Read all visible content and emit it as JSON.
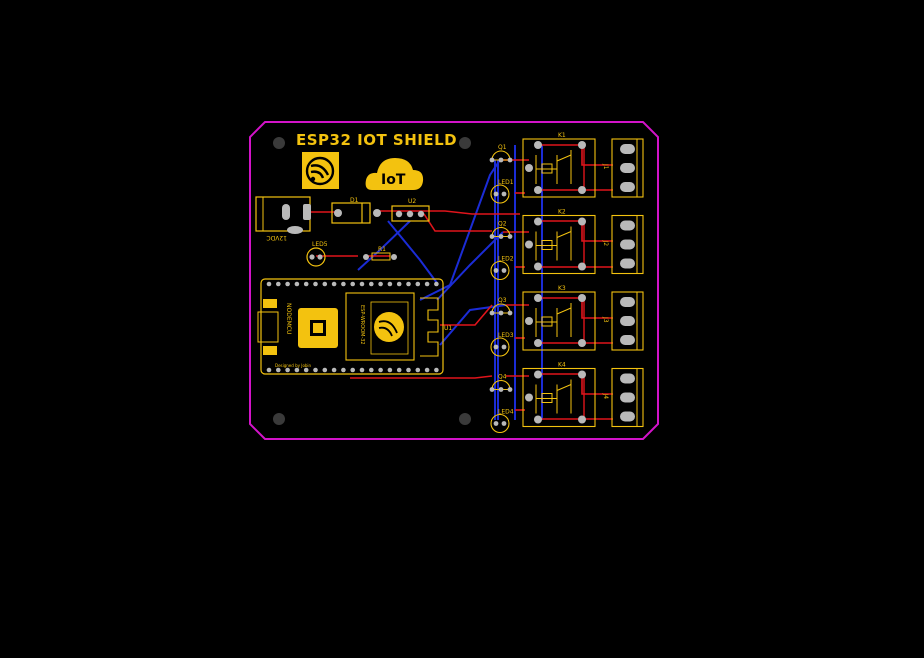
{
  "board": {
    "title": "ESP32 IOT SHIELD",
    "iot_logo_text": "IoT",
    "power_label": "12VDC",
    "designer_text": "Designed by Jobin",
    "module_label": "ESP-WROOM-32",
    "nodemcu_text": "NODEMCU",
    "colors": {
      "outline": "#d313c9",
      "silkscreen": "#f3c20f",
      "top_trace": "#e0141b",
      "bottom_trace": "#1b2cd6",
      "pad": "#b9b9b9",
      "background": "#000000"
    }
  },
  "refs": {
    "D1": "D1",
    "U2": "U2",
    "R1": "R1",
    "LED5": "LED5",
    "U1": "U1",
    "Q1": "Q1",
    "Q2": "Q2",
    "Q3": "Q3",
    "Q4": "Q4",
    "LED1": "LED1",
    "LED2": "LED2",
    "LED3": "LED3",
    "LED4": "LED4",
    "K1": "K1",
    "K2": "K2",
    "K3": "K3",
    "K4": "K4",
    "J1": "J1",
    "J2": "J2",
    "J3": "J3",
    "J4": "J4"
  },
  "icons": [
    "espressif-logo-icon",
    "iot-cloud-icon",
    "espressif-shield-icon"
  ]
}
